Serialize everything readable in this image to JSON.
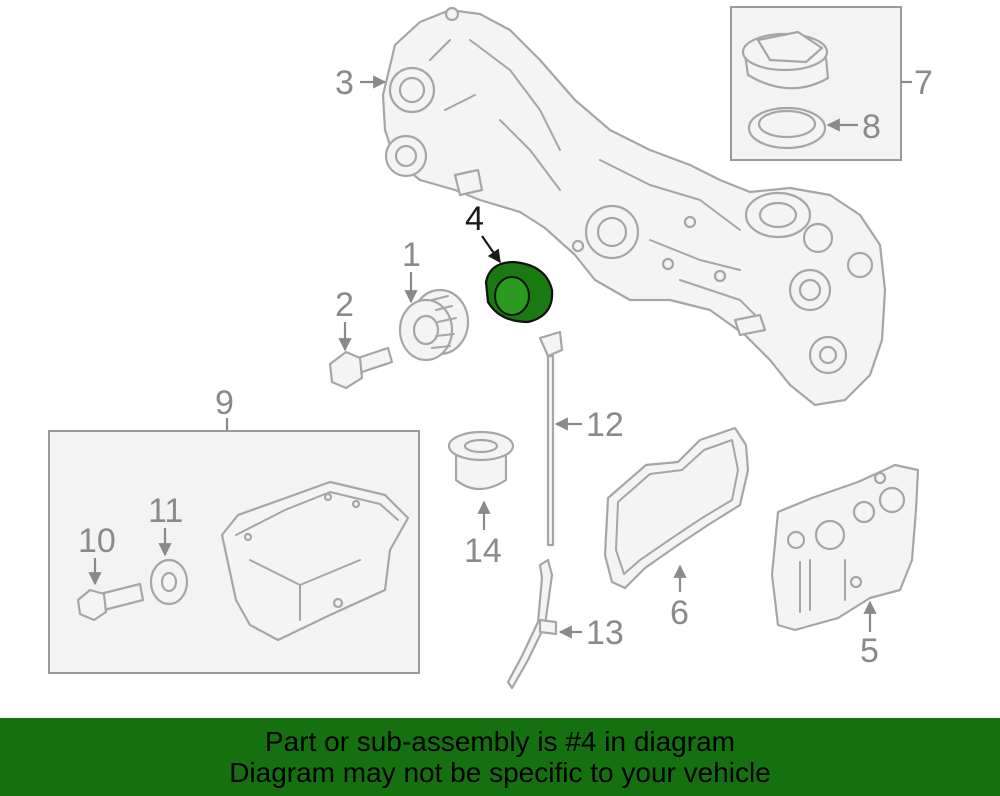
{
  "diagram": {
    "labels": {
      "p1": "1",
      "p2": "2",
      "p3": "3",
      "p4": "4",
      "p5": "5",
      "p6": "6",
      "p7": "7",
      "p8": "8",
      "p9": "9",
      "p10": "10",
      "p11": "11",
      "p12": "12",
      "p13": "13",
      "p14": "14"
    },
    "highlight_color": "#1a7a12"
  },
  "banner": {
    "line1": "Part or sub-assembly is #4 in diagram",
    "line2": "Diagram may not be specific to your vehicle",
    "background": "#157110"
  }
}
